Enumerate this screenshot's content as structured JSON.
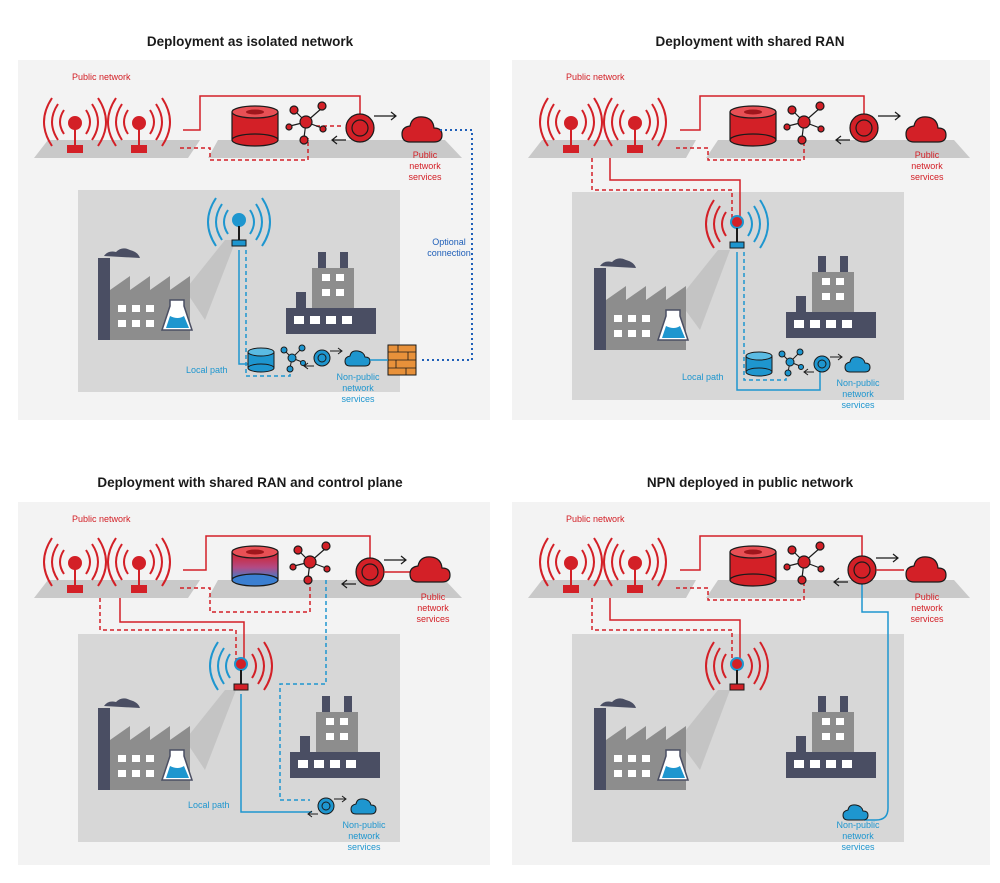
{
  "panels": [
    {
      "title": "Deployment as isolated network",
      "public_network": "Public network",
      "public_services": [
        "Public",
        "network",
        "services"
      ],
      "nonpublic_services": [
        "Non-public",
        "network",
        "services"
      ],
      "local_path": "Local path",
      "optional": [
        "Optional",
        "connection"
      ]
    },
    {
      "title": "Deployment with shared RAN",
      "public_network": "Public network",
      "public_services": [
        "Public",
        "network",
        "services"
      ],
      "nonpublic_services": [
        "Non-public",
        "network",
        "services"
      ],
      "local_path": "Local path"
    },
    {
      "title": "Deployment with shared RAN and control plane",
      "public_network": "Public network",
      "public_services": [
        "Public",
        "network",
        "services"
      ],
      "nonpublic_services": [
        "Non-public",
        "network",
        "services"
      ],
      "local_path": "Local path"
    },
    {
      "title": "NPN deployed in public network",
      "public_network": "Public network",
      "public_services": [
        "Public",
        "network",
        "services"
      ],
      "nonpublic_services": [
        "Non-public",
        "network",
        "services"
      ]
    }
  ],
  "colors": {
    "public": "#d32027",
    "nonpublic": "#1e96cf",
    "optional": "#1f5fb8",
    "factory_dark": "#4a4e63",
    "factory_light": "#8d8d8d",
    "platform": "#c9c9c9",
    "site": "#d7d7d7"
  },
  "icons": [
    "antenna-icon",
    "database-icon",
    "core-node-icon",
    "router-icon",
    "cloud-icon",
    "factory-icon",
    "lab-flask-icon",
    "firewall-icon"
  ]
}
